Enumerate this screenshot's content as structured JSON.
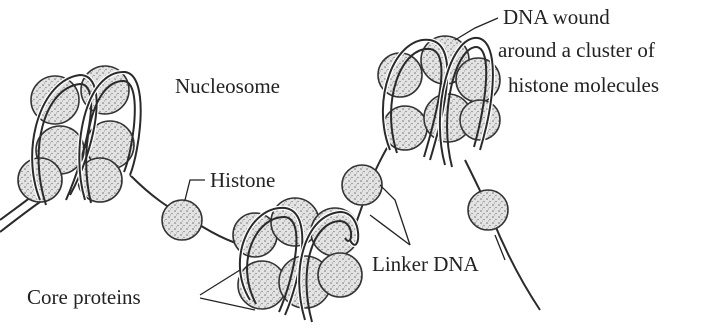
{
  "labels": {
    "nucleosome": "Nucleosome",
    "histone": "Histone",
    "dna_wound_line1": "DNA wound",
    "dna_wound_line2": "around a cluster of",
    "dna_wound_line3": "histone molecules",
    "linker_dna": "Linker DNA",
    "core_proteins": "Core proteins"
  },
  "colors": {
    "bead_fill": "#d9d9d9",
    "stroke": "#2a2a2a",
    "background": "#ffffff"
  }
}
